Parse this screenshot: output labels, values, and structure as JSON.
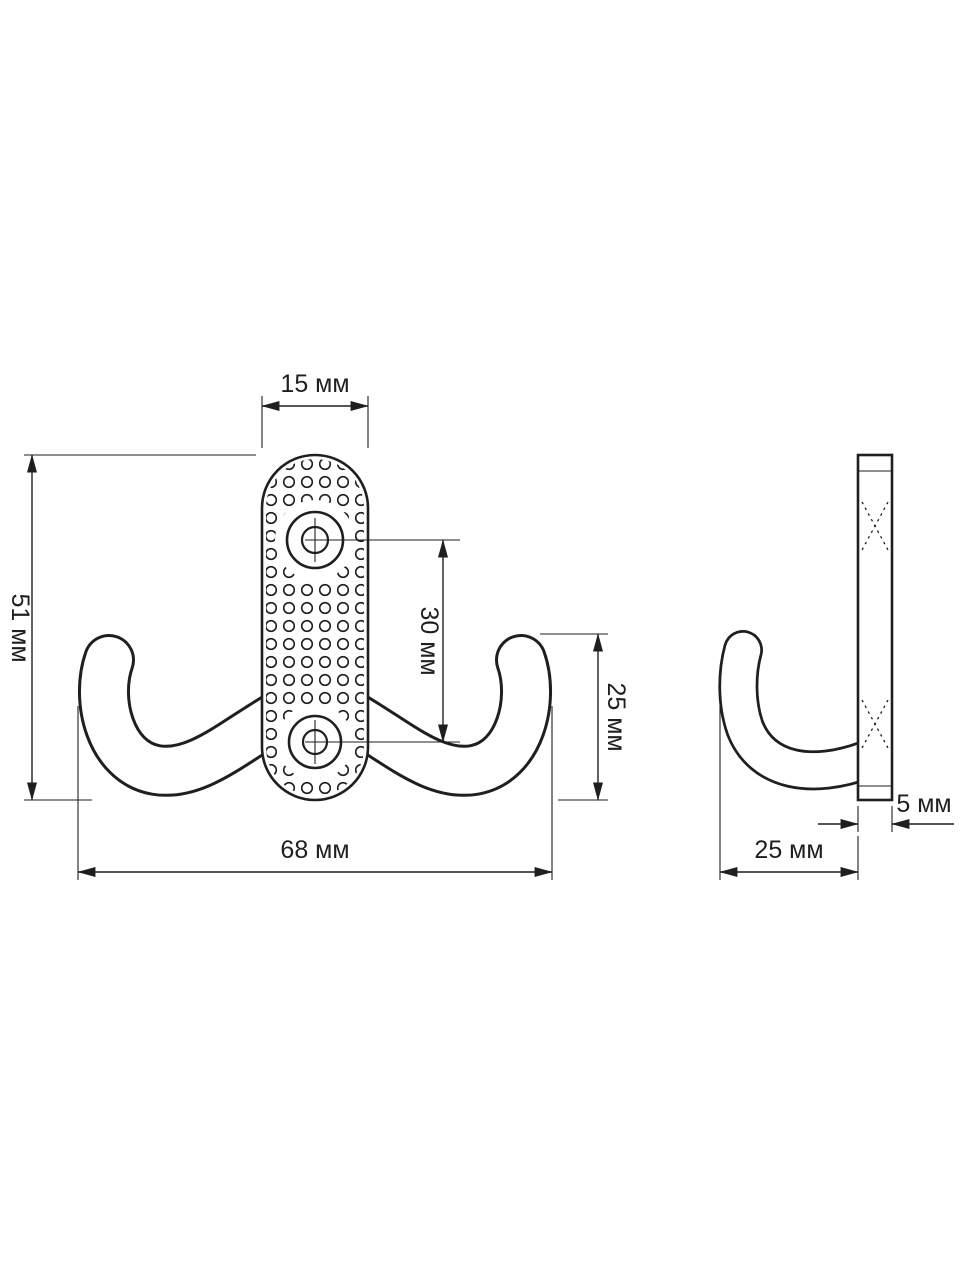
{
  "drawing": {
    "colors": {
      "line": "#1f1f1f",
      "background": "#ffffff"
    },
    "front_view": {
      "dim_plate_width": "15 мм",
      "dim_total_height": "51 мм",
      "dim_hole_spacing": "30 мм",
      "dim_hook_height": "25 мм",
      "dim_total_width": "68 мм"
    },
    "side_view": {
      "dim_plate_thickness": "5 мм",
      "dim_depth": "25 мм"
    }
  }
}
